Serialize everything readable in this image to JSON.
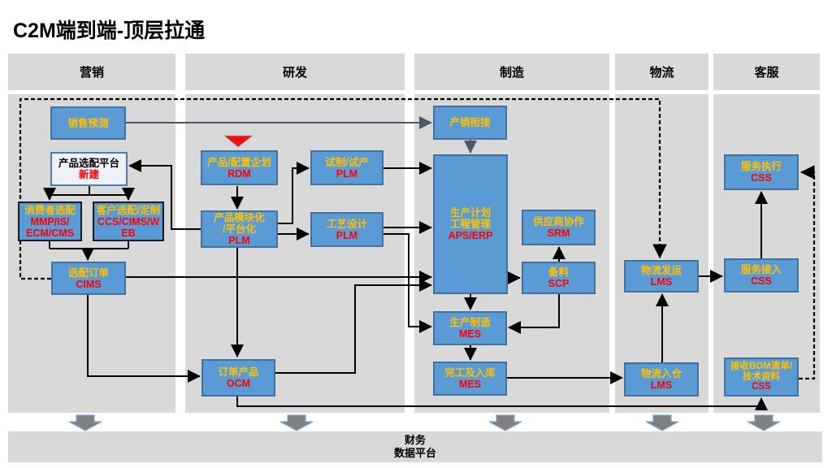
{
  "title": "C2M端到端-顶层拉通",
  "lanes": [
    {
      "label": "营销"
    },
    {
      "label": "研发"
    },
    {
      "label": "制造"
    },
    {
      "label": "物流"
    },
    {
      "label": "客服"
    }
  ],
  "boxes": {
    "sales_forecast": {
      "title": "销售预测",
      "system": ""
    },
    "config_platform": {
      "title": "产品选配平台",
      "system": "新建"
    },
    "consumer_config": {
      "title": "消费者选配",
      "system": "MMP/IS/\nECM/CMS"
    },
    "customer_config": {
      "title": "客户选配/定制",
      "system": "CCS/CIMS/W\nEB"
    },
    "config_order": {
      "title": "选配订单",
      "system": "CIMS"
    },
    "product_planning": {
      "title": "产品/配置企划",
      "system": "RDM"
    },
    "trial_production": {
      "title": "试制/试产",
      "system": "PLM"
    },
    "product_modular": {
      "title": "产品模块化\n/平台化",
      "system": "PLM"
    },
    "process_design": {
      "title": "工艺设计",
      "system": "PLM"
    },
    "order_product": {
      "title": "订单产品",
      "system": "OCM"
    },
    "prod_sales_link": {
      "title": "产销衔接",
      "system": ""
    },
    "aps_erp": {
      "title": "生产计划\n工程管理",
      "system": "APS/ERP"
    },
    "supplier_collab": {
      "title": "供应商协作",
      "system": "SRM"
    },
    "material_prep": {
      "title": "备料",
      "system": "SCP"
    },
    "manufacturing_mes": {
      "title": "生产制造",
      "system": "MES"
    },
    "completion_mes": {
      "title": "完工及入库",
      "system": "MES"
    },
    "logistics_ship": {
      "title": "物流发运",
      "system": "LMS"
    },
    "logistics_in": {
      "title": "物流入仓",
      "system": "LMS"
    },
    "service_exec": {
      "title": "服务执行",
      "system": "CSS"
    },
    "service_access": {
      "title": "服务接入",
      "system": "CSS"
    },
    "receive_bom": {
      "title": "接收BOM清单/\n技术资料",
      "system": "CSS"
    }
  },
  "footer": {
    "line1": "财务",
    "line2": "数据平台"
  },
  "colors": {
    "lane_gray": "#d9d9d9",
    "box_blue": "#5b9bd5",
    "box_border_blue": "#41719c",
    "text_yellow": "#ffc000",
    "text_red": "#ff0000",
    "triangle_red": "#ee1111",
    "connector_black": "#000000",
    "connector_slate": "#4d5866",
    "big_arrow_gray": "#808080"
  }
}
